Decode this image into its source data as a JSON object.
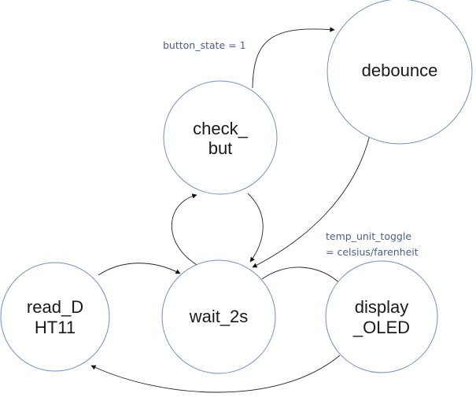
{
  "diagram": {
    "states": {
      "check_but": {
        "line1": "check_",
        "line2": "but"
      },
      "debounce": {
        "line1": "debounce"
      },
      "read_dht11": {
        "line1": "read_D",
        "line2": "HT11"
      },
      "wait_2s": {
        "line1": "wait_2s"
      },
      "display_oled": {
        "line1": "display",
        "line2": "_OLED"
      }
    },
    "transition_labels": {
      "button_state": "button_state = 1",
      "temp_unit_line1": "temp_unit_toggle",
      "temp_unit_line2": "= celsius/farenheit"
    }
  }
}
